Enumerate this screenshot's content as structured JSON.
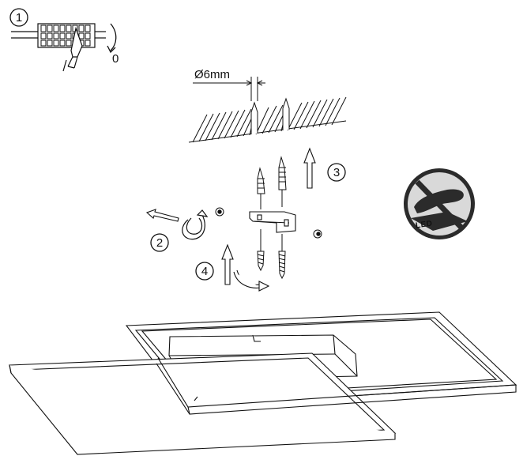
{
  "steps": [
    {
      "number": "1"
    },
    {
      "number": "2"
    },
    {
      "number": "3"
    },
    {
      "number": "4"
    }
  ],
  "power_off_label": "0",
  "drill_diameter": "Ø6mm",
  "no_touch_sign": {
    "text": "LED",
    "icon": "no-touch-led-icon"
  },
  "colors": {
    "line": "#1a1a1a",
    "sign_fill": "#d9d9d9",
    "sign_dark": "#2b2b2b"
  }
}
